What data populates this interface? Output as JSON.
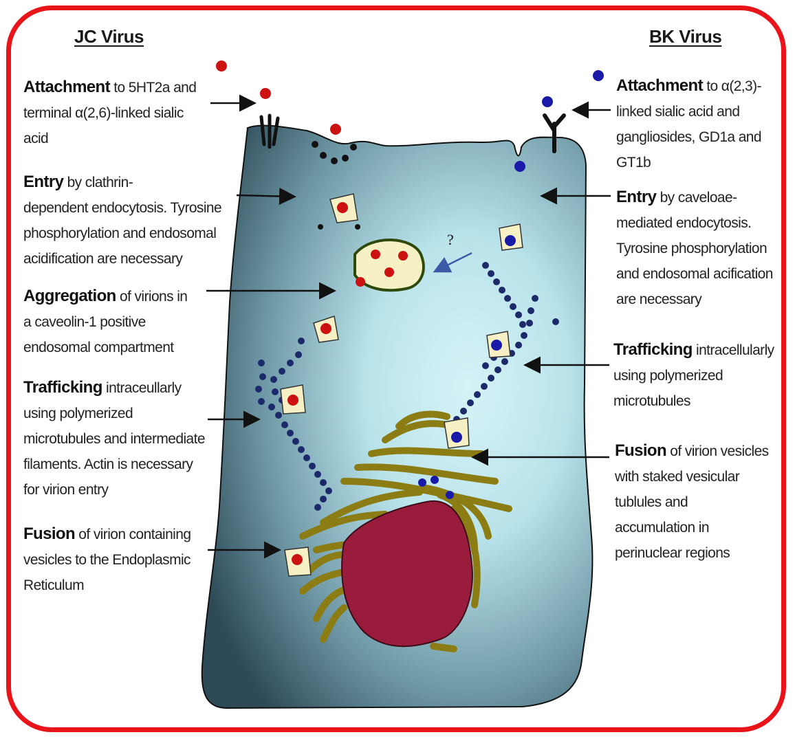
{
  "headings": {
    "jc": "JC Virus",
    "bk": "BK Virus"
  },
  "jc_steps": [
    {
      "term": "Attachment",
      "line1_rest": " to 5HT2a and",
      "lines": [
        "terminal α(2,6)-linked sialic",
        "acid"
      ]
    },
    {
      "term": "Entry",
      "line1_rest": " by clathrin-",
      "lines": [
        "dependent endocytosis. Tyrosine",
        "phosphorylation and endosomal",
        "acidification are necessary"
      ]
    },
    {
      "term": "Aggregation",
      "line1_rest": " of virions in",
      "lines": [
        "a caveolin-1 positive",
        "endosomal compartment"
      ]
    },
    {
      "term": "Trafficking",
      "line1_rest": " intraceullarly",
      "lines": [
        "using polymerized",
        "microtubules and intermediate",
        "filaments. Actin is necessary",
        "for virion entry"
      ]
    },
    {
      "term": "Fusion",
      "line1_rest": " of virion containing",
      "lines": [
        "vesicles to the Endoplasmic",
        "Reticulum"
      ]
    }
  ],
  "bk_steps": [
    {
      "term": "Attachment",
      "line1_rest": " to α(2,3)-",
      "lines": [
        "linked sialic acid and",
        "gangliosides, GD1a and",
        "GT1b"
      ]
    },
    {
      "term": "Entry",
      "line1_rest": " by caveloae-",
      "lines": [
        "mediated endocytosis.",
        "Tyrosine phosphorylation",
        "and endosomal acification",
        "are necessary"
      ]
    },
    {
      "term": "Trafficking",
      "line1_rest": " intracellularly",
      "lines": [
        "using polymerized",
        "microtubules"
      ]
    },
    {
      "term": "Fusion",
      "line1_rest": " of virion vesicles",
      "lines": [
        "with staked vesicular",
        "tublules and",
        "accumulation in",
        "perinuclear regions"
      ]
    }
  ],
  "diagram": {
    "question_mark": "?"
  },
  "colors": {
    "frame": "#e8141a",
    "cell_light": "#d6f3f7",
    "cell_dark": "#2e4a57",
    "jc_virion": "#cc1111",
    "bk_virion": "#1a1aa8",
    "microtubule": "#1c2a6b",
    "er": "#8b7d14",
    "nucleus": "#9a1c3c",
    "vesicle": "#f6f0c4"
  }
}
